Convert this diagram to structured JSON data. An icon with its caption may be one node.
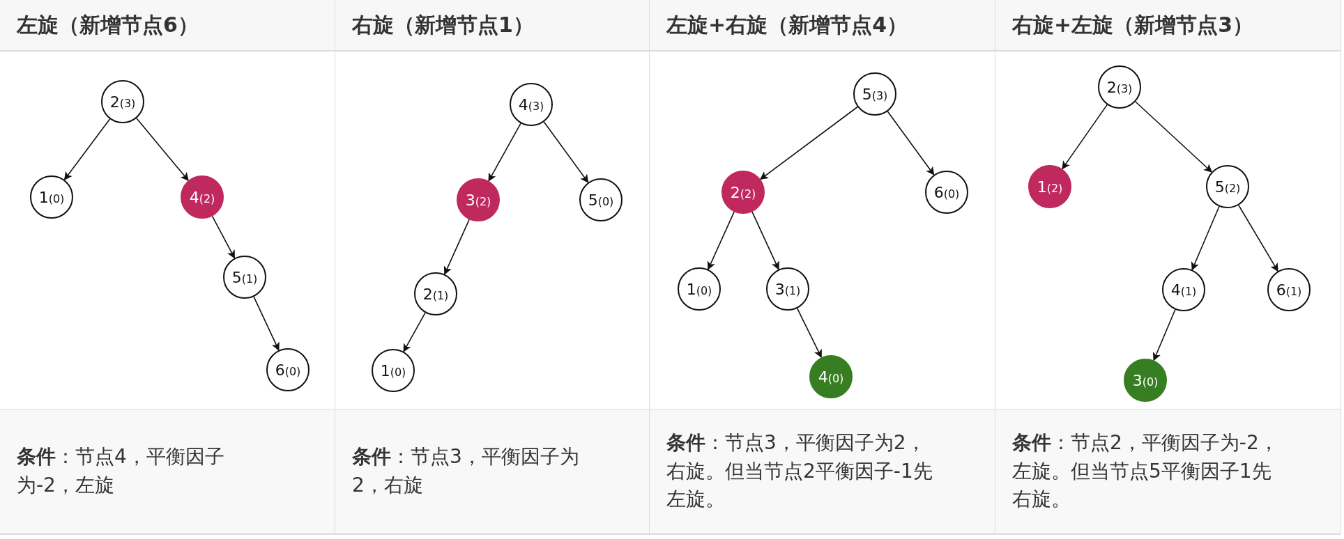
{
  "diagram": {
    "nodes": [
      {
        "text": [
          "2$_{(3)}$"
        ]
      },
      {
        "text": [
          "1$_{(0)}$"
        ]
      },
      {
        "text": [
          "4$_{(2)}$"
        ]
      },
      {
        "text": [
          "5$_{(1)}$"
        ]
      },
      {
        "text": [
          "6$_{(0)}$"
        ]
      },
      {
        "text": [
          "4$_{(3)}$"
        ]
      },
      {
        "text": [
          "3$_{(2)}$"
        ]
      },
      {
        "text": [
          "5$_{(0)}$"
        ]
      },
      {
        "text": [
          "2$_{(1)}$"
        ]
      },
      {
        "text": [
          "1$_{(0)}$"
        ]
      },
      {
        "text": [
          "5$_{(3)}$"
        ]
      },
      {
        "text": [
          "2$_{(2)}$"
        ]
      },
      {
        "text": [
          "6$_{(0)}$"
        ]
      },
      {
        "text": [
          "1$_{(0)}$"
        ]
      },
      {
        "text": [
          "3$_{(1)}$"
        ]
      },
      {
        "text": [
          "4$_{(0)}$"
        ]
      },
      {
        "text": [
          "2$_{(3)}$"
        ]
      },
      {
        "text": [
          "1$_{(2)}$"
        ]
      },
      {
        "text": [
          "5$_{(2)}$"
        ]
      },
      {
        "text": [
          "4$_{(1)}$"
        ]
      },
      {
        "text": [
          "6$_{(1)}$"
        ]
      },
      {
        "text": [
          "3$_{(0)}$"
        ]
      }
    ],
    "edges": [
      {
        "from": 0,
        "to": 1,
        "arrow": "to"
      },
      {
        "from": 0,
        "to": 2,
        "arrow": "to"
      },
      {
        "from": 2,
        "to": 3,
        "arrow": "to"
      },
      {
        "from": 3,
        "to": 4,
        "arrow": "to"
      },
      {
        "from": 5,
        "to": 6,
        "arrow": "to"
      },
      {
        "from": 5,
        "to": 7,
        "arrow": "to"
      },
      {
        "from": 6,
        "to": 8,
        "arrow": "to"
      },
      {
        "from": 8,
        "to": 9,
        "arrow": "to"
      },
      {
        "from": 10,
        "to": 11,
        "arrow": "to"
      },
      {
        "from": 10,
        "to": 12,
        "arrow": "to"
      },
      {
        "from": 11,
        "to": 13,
        "arrow": "to"
      },
      {
        "from": 11,
        "to": 14,
        "arrow": "to"
      },
      {
        "from": 14,
        "to": 15,
        "arrow": "to"
      },
      {
        "from": 16,
        "to": 17,
        "arrow": "to"
      },
      {
        "from": 16,
        "to": 18,
        "arrow": "to"
      },
      {
        "from": 18,
        "to": 19,
        "arrow": "to"
      },
      {
        "from": 18,
        "to": 20,
        "arrow": "to"
      },
      {
        "from": 19,
        "to": 21,
        "arrow": "to"
      }
    ],
    "labels": [
      "左旋（新增节点6）",
      "右旋（新增节点1）",
      "左旋+右旋（新增节点4）",
      "右旋+左旋（新增节点3）",
      "**条件**：节点4，平衡因子为-2，左旋",
      "**条件**：节点3，平衡因子为2，右旋",
      "**条件**：节点3，平衡因子为2，右旋。但当节点2平衡因子-1先左旋。",
      "**条件**：节点2，平衡因子为-2，左旋。但当节点5平衡因子1先右旋。"
    ]
  }
}
